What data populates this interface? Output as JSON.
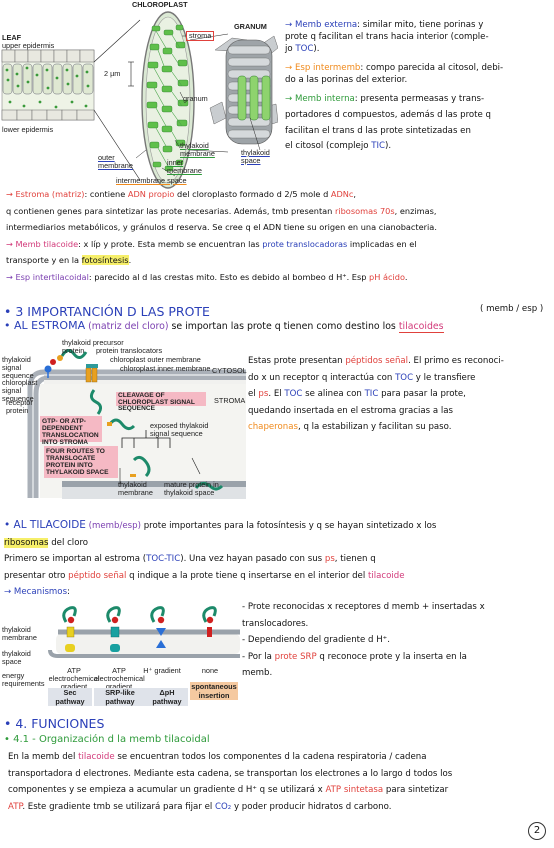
{
  "fig1": {
    "chloroplast": "CHLOROPLAST",
    "leaf": "LEAF",
    "upper": "upper epidermis",
    "lower": "lower epidermis",
    "granum_title": "GRANUM",
    "stroma": "stroma",
    "granum": "granum",
    "size": "2 µm",
    "thylakoid_membrane": "thylakoid membrane",
    "outer": "outer membrane",
    "inner": "inner membrane",
    "ims": "intermembrane space",
    "thylakoid_space": "thylakoid space"
  },
  "notes1": {
    "l1a": "→",
    "l1b": "Memb externa",
    "l1c": ": similar mito, tiene porinas y",
    "l2": "prote q facilitan el trans hacia interior (comple-",
    "l3a": "jo ",
    "l3b": "TOC",
    "l4a": "→",
    "l4b": "Esp intermemb",
    "l4c": ": compo parecida al citosol, debi-",
    "l5": "do a las porinas del exterior.",
    "l6a": "→",
    "l6b": "Memb interna",
    ":": "",
    "l6c": ": presenta permeasas y trans-",
    "l7": "portadores d compuestos, además d las prote q",
    "l8": "facilitan el trans d las prote sintetizadas en",
    "l9a": "el citosol (complejo ",
    "l9b": "TIC",
    "l9c": ")."
  },
  "notes2": {
    "a1": "→",
    "a2": "Estroma",
    "a3": " (matriz)",
    "a4": ": contiene ",
    "a5": "ADN propio",
    "a6": " del cloroplasto formado d 2/5 mole d ",
    "a7": "ADNc",
    ",": ",",
    "b1": "q contienen genes para sintetizar las prote necesarias. Además, tmb presentan ",
    "b2": "ribosomas 70s",
    ", enzimas": ", enzimas,",
    "c1": "intermediarios metabólicos, y gránulos d reserva. Se cree q el ADN tiene su origen en una cianobacteria.",
    "d1": "→",
    "d2": "Memb tilacoide",
    ": x líp y prote. Esta memb se encuentran las ": ": x líp y prote. Esta memb se encuentran las ",
    "d3": "prote translocadoras",
    "d4": " implicadas en el",
    "e1": "transporte y en la ",
    "e2": "fotosíntesis",
    "f1": "→",
    "f2": "Esp intertilacoidal",
    "f3": ": parecido al d las crestas mito. Esto es debido al bombeo d H⁺. Esp ",
    "f4": "pH ácido",
    "f5": "."
  },
  "sec3": {
    "title": "• 3 IMPORTANCIÓN D LAS PROTE",
    "side": "( memb / esp )",
    "sub1a": "• AL ESTROMA",
    "sub1b": " (matriz del cloro)",
    "sub1c": " se importan las prote q tienen como destino los ",
    "sub1d": "tilacoides"
  },
  "fig2": {
    "precursor": "thylakoid precursor protein",
    "translocators": "protein translocators",
    "outer": "chloroplast outer membrane",
    "inner": "chloroplast inner membrane",
    "cytosol": "CYTOSOL",
    "stroma": "STROMA",
    "tss": "thylakoid signal sequence",
    "css": "chloroplast signal sequence",
    "receptor": "receptor protein",
    "gtp": "GTP- OR ATP-DEPENDENT TRANSLOCATION INTO STROMA",
    "cleavage": "CLEAVAGE OF CHLOROPLAST SIGNAL SEQUENCE",
    "exposed": "exposed thylakoid signal sequence",
    "four": "FOUR ROUTES TO TRANSLOCATE PROTEIN INTO THYLAKOID SPACE",
    "tm": "thylakoid membrane",
    "mature": "mature protein in thylakoid space"
  },
  "notes3": {
    "l1a": "Estas prote presentan ",
    "l1b": "péptidos señal",
    ". El primo es reconoci-": ". El primo es reconoci-",
    "l2a": "do x un receptor q interactúa con ",
    "l2b": "TOC",
    " y le transfiere": " y le transfiere",
    "l3a": "el ",
    "l3b": "ps",
    ". El ": ". El ",
    "l3c": "TOC",
    " se alinea con ": " se alinea con ",
    "l3d": "TIC",
    " para pasar la prote,": " para pasar la prote,",
    "l4": "quedando insertada en el estroma gracias a las",
    "l5a": "chaperonas",
    ", q la estabilizan y facilitan su paso.": ", q la estabilizan y facilitan su paso."
  },
  "sub2": {
    "a1": "• AL TILACOIDE",
    "a2": " (memb/esp)",
    "a3": " prote importantes para la fotosíntesis y q se hayan sintetizado x los",
    "b1": "ribosomas",
    " del cloro": " del cloro",
    "c1": "Primero se importan al estroma (",
    "c2": "TOC-TIC",
    "c3": "). Una vez hayan pasado con sus ",
    "c4": "ps",
    ", tienen q": ", tienen q",
    "d1": "presentar otro ",
    "d2": "péptido señal",
    " q indique a la prote tiene q insertarse en el interior del ": " q indique a la prote tiene q insertarse en el interior del ",
    "d3": "tilacoide",
    "e1": "→ Mecanismos",
    ":": ":"
  },
  "fig3": {
    "tm": "thylakoid membrane",
    "ts": "thylakoid space",
    "energy": "energy requirements",
    "p1": "ATP electrochemical gradient",
    "p2": "ATP electrochemical gradient",
    "p3": "H⁺ gradient",
    "p4": "none",
    "w1": "Sec pathway",
    "w2": "SRP-like pathway",
    "w3": "ΔpH pathway",
    "w4": "spontaneous insertion"
  },
  "notes4": {
    "l1": "- Prote reconocidas x receptores d memb + insertadas x",
    "l2": "translocadores.",
    "l3": "- Dependiendo del gradiente d H⁺.",
    "l4a": "- Por la ",
    "l4b": "prote SRP",
    " q reconoce prote y la inserta en la": " q reconoce prote y la inserta en la",
    "l5": "memb."
  },
  "sec4": {
    "title": "• 4. FUNCIONES",
    "sub": "• 4.1 - Organización d la memb tilacoidal",
    "l1a": "En la memb del ",
    "l1b": "tilacoide",
    " se encuentran todos los componentes d la cadena respiratoria / cadena": " se encuentran todos los componentes d la cadena respiratoria / cadena",
    "l2": "transportadora d electrones. Mediante esta cadena, se transportan los electrones a lo largo d todos los",
    "l3a": "componentes y se empieza a acumular un gradiente d H⁺ q se utilizará x ",
    "l3b": "ATP sintetasa",
    " para sintetizar": " para sintetizar",
    "l4a": "ATP",
    ". Este gradiente tmb se utilizará para fijar el ": ". Este gradiente tmb se utilizará para fijar el ",
    "l4b": "CO₂",
    " y poder producir hidratos d carbono.": " y poder producir hidratos d carbono."
  },
  "page": "2"
}
